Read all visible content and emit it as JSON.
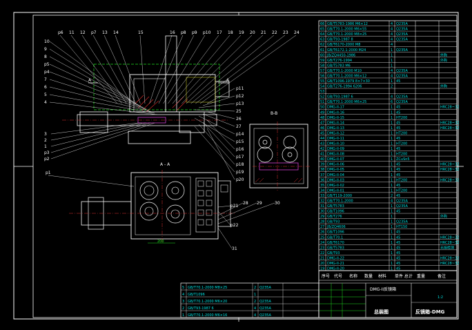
{
  "callouts_top": [
    "p6",
    "11",
    "12",
    "p7",
    "13",
    "14",
    "15",
    "16",
    "p8",
    "p9",
    "p10",
    "17",
    "18",
    "19",
    "20",
    "21",
    "22",
    "23",
    "24"
  ],
  "callouts_left_upper": [
    "10",
    "9",
    "8",
    "p5",
    "p4",
    "7",
    "6",
    "5",
    "4"
  ],
  "callouts_left_lower": [
    "3",
    "2",
    "1",
    "p3",
    "p2"
  ],
  "callouts_right": [
    "p11",
    "p12",
    "p13",
    "25",
    "26",
    "27",
    "p14",
    "p15",
    "p16",
    "p17",
    "p18",
    "p19",
    "p20"
  ],
  "callouts_lower": [
    "p21",
    "p22",
    "28",
    "29",
    "30",
    "31"
  ],
  "p1_label": "p1",
  "section_label_bb": "B-B",
  "section_label_aa": "A - A",
  "section_mark_a": "A",
  "dim_bottom": "200",
  "drawing_title": "DMG-II反镜箱",
  "title_block": {
    "header": [
      "序号",
      "代号",
      "名称",
      "数量",
      "材料",
      "单件 总计",
      "重量",
      "备注"
    ],
    "name_cell": "总装图",
    "part_name": "反镜箱-DMG",
    "scale": "1:2"
  },
  "bom_rows": [
    {
      "no": "66",
      "code": "GB/T5783-1986 M6×12",
      "qty": "4",
      "mat": "Q235A",
      "note": ""
    },
    {
      "no": "65",
      "code": "GB/T70.1-2000 M6×55",
      "qty": "4",
      "mat": "Q235A",
      "note": ""
    },
    {
      "no": "64",
      "code": "GB/T70.1-2000 M8×25",
      "qty": "4",
      "mat": "Q235A",
      "note": ""
    },
    {
      "no": "63",
      "code": "GB/T93-1987 8",
      "qty": "4",
      "mat": "Q235A",
      "note": ""
    },
    {
      "no": "62",
      "code": "GB/T6170-2000 M8",
      "qty": "4",
      "mat": "",
      "note": ""
    },
    {
      "no": "61",
      "code": "GB/T6172.1-2000 M24",
      "qty": "1",
      "mat": "Q235A",
      "note": ""
    },
    {
      "no": "60",
      "code": "JB/ZQ4450-1986",
      "qty": "1",
      "mat": "",
      "note": "外购"
    },
    {
      "no": "59",
      "code": "GB/T276-1994",
      "qty": "1",
      "mat": "",
      "note": "外购"
    },
    {
      "no": "58",
      "code": "GB/T5783 M6",
      "qty": "1",
      "mat": "",
      "note": ""
    },
    {
      "no": "57",
      "code": "GB/T70.1-2000 M10",
      "qty": "4",
      "mat": "Q235A",
      "note": ""
    },
    {
      "no": "56",
      "code": "GB/T70.1-2000 M6×12",
      "qty": "4",
      "mat": "Q235A",
      "note": ""
    },
    {
      "no": "55",
      "code": "GB/T1096-1979 8×7×30",
      "qty": "1",
      "mat": "45",
      "note": ""
    },
    {
      "no": "54",
      "code": "GB/T276-1994 6206",
      "qty": "2",
      "mat": "",
      "note": "外购"
    },
    {
      "no": "53",
      "code": "",
      "qty": "",
      "mat": "",
      "note": ""
    },
    {
      "no": "52",
      "code": "GB/T93-1987 6",
      "qty": "4",
      "mat": "Q235A",
      "note": ""
    },
    {
      "no": "51",
      "code": "GB/T70.1-2000 M6×25",
      "qty": "6",
      "mat": "Q235A",
      "note": ""
    },
    {
      "no": "50",
      "code": "DMG-II-17",
      "qty": "1",
      "mat": "45",
      "note": "HRC28~32"
    },
    {
      "no": "49",
      "code": "DMG-II-16",
      "qty": "1",
      "mat": "45",
      "note": ""
    },
    {
      "no": "48",
      "code": "DMG-II-15",
      "qty": "1",
      "mat": "HT200",
      "note": ""
    },
    {
      "no": "47",
      "code": "DMG-II-14",
      "qty": "1",
      "mat": "45",
      "note": "HRC28~32"
    },
    {
      "no": "46",
      "code": "DMG-II-13",
      "qty": "1",
      "mat": "45",
      "note": "HRC28~32"
    },
    {
      "no": "45",
      "code": "DMG-II-12",
      "qty": "1",
      "mat": "HT200",
      "note": ""
    },
    {
      "no": "44",
      "code": "DMG-II-11",
      "qty": "1",
      "mat": "45",
      "note": ""
    },
    {
      "no": "43",
      "code": "DMG-II-10",
      "qty": "1",
      "mat": "HT200",
      "note": ""
    },
    {
      "no": "42",
      "code": "DMG-II-09",
      "qty": "1",
      "mat": "45",
      "note": ""
    },
    {
      "no": "41",
      "code": "DMG-II-08",
      "qty": "1",
      "mat": "HT200",
      "note": ""
    },
    {
      "no": "40",
      "code": "DMG-II-07",
      "qty": "1",
      "mat": "ZCuSn5",
      "note": ""
    },
    {
      "no": "39",
      "code": "DMG-II-06",
      "qty": "1",
      "mat": "45",
      "note": "HRC28~32"
    },
    {
      "no": "38",
      "code": "DMG-II-05",
      "qty": "1",
      "mat": "45",
      "note": "HRC28~32"
    },
    {
      "no": "37",
      "code": "DMG-II-04",
      "qty": "1",
      "mat": "45",
      "note": ""
    },
    {
      "no": "36",
      "code": "DMG-II-03",
      "qty": "1",
      "mat": "HT200",
      "note": "HRC28~32"
    },
    {
      "no": "35",
      "code": "DMG-II-02",
      "qty": "1",
      "mat": "45",
      "note": ""
    },
    {
      "no": "34",
      "code": "DMG-II-01",
      "qty": "1",
      "mat": "HT200",
      "note": ""
    },
    {
      "no": "33",
      "code": "GB/T119-2000",
      "qty": "2",
      "mat": "45",
      "note": ""
    },
    {
      "no": "32",
      "code": "GB/T70.1-2000",
      "qty": "4",
      "mat": "Q235A",
      "note": ""
    },
    {
      "no": "31",
      "code": "GB/T5783",
      "qty": "1",
      "mat": "Q235A",
      "note": ""
    },
    {
      "no": "30",
      "code": "GB/T1096",
      "qty": "1",
      "mat": "45",
      "note": ""
    },
    {
      "no": "29",
      "code": "GB/T276",
      "qty": "1",
      "mat": "",
      "note": "外购"
    },
    {
      "no": "28",
      "code": "GB/T93",
      "qty": "1",
      "mat": "Q235A",
      "note": ""
    },
    {
      "no": "27",
      "code": "JB/ZQ4606",
      "qty": "1",
      "mat": "HT150",
      "note": ""
    },
    {
      "no": "26",
      "code": "GB/T1096",
      "qty": "1",
      "mat": "45",
      "note": ""
    },
    {
      "no": "25",
      "code": "GB/T70.1",
      "qty": "1",
      "mat": "45",
      "note": "HRC28~32"
    },
    {
      "no": "24",
      "code": "GB/T6170",
      "qty": "1",
      "mat": "45",
      "note": "HRC28~32"
    },
    {
      "no": "23",
      "code": "GB/T5783",
      "qty": "1",
      "mat": "45",
      "note": "无损检测"
    },
    {
      "no": "22",
      "code": "GB/T93",
      "qty": "1",
      "mat": "45",
      "note": ""
    },
    {
      "no": "21",
      "code": "DMG-II-22",
      "qty": "1",
      "mat": "45",
      "note": "HRC28~32"
    },
    {
      "no": "20",
      "code": "DMG-II-21",
      "qty": "1",
      "mat": "45",
      "note": "HRC28~32"
    },
    {
      "no": "19",
      "code": "DMG-II-20",
      "qty": "1",
      "mat": "45",
      "note": ""
    }
  ],
  "bom_lower": [
    {
      "no": "5",
      "code": "GB/T70.1-2000 M8×25",
      "qty": "2",
      "mat": "Q235A"
    },
    {
      "no": "4",
      "code": "GB/T1096",
      "qty": "1",
      "mat": ""
    },
    {
      "no": "3",
      "code": "GB/T70.1-2000 M6×20",
      "qty": "2",
      "mat": "Q235A"
    },
    {
      "no": "2",
      "code": "GB/T93-1987 6",
      "qty": "4",
      "mat": "Q235A"
    },
    {
      "no": "1",
      "code": "GB/T70.1-2000 M6×16",
      "qty": "4",
      "mat": "Q235A"
    }
  ]
}
